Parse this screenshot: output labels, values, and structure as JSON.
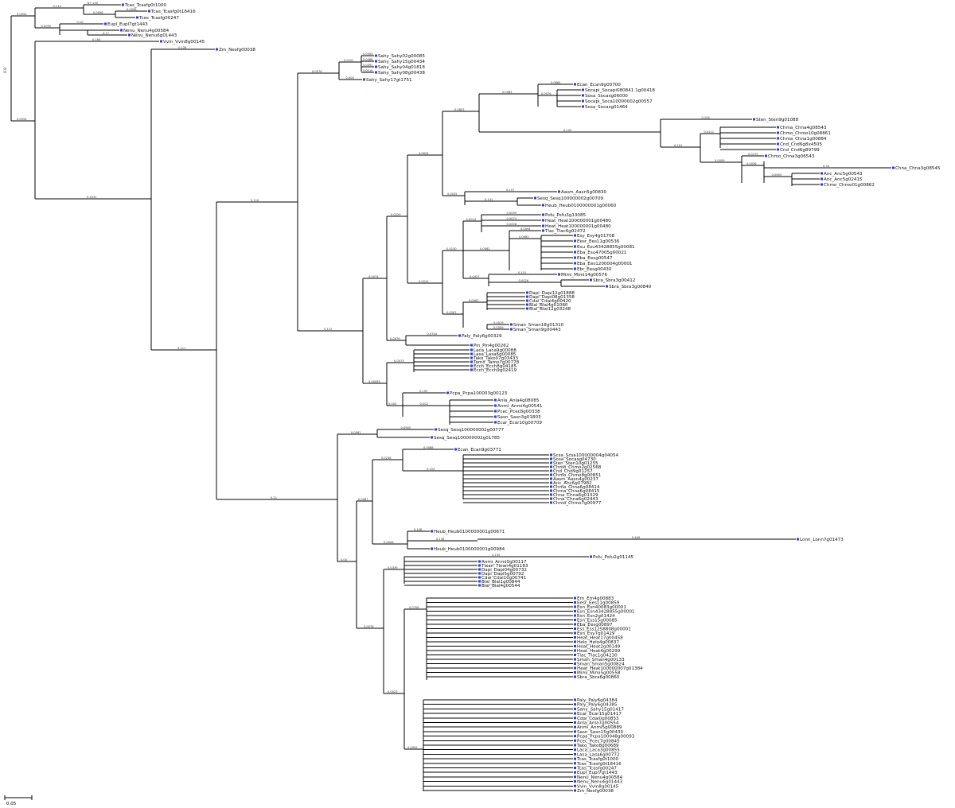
{
  "scale_bar": {
    "label": "0.05"
  },
  "root_labels": {
    "top_left_marker": "0.0"
  },
  "leaves": [
    "Tcas_Tcasfg0t1000",
    "Tcas_Tcasfg0t18416",
    "Tcas_Tcasfg00247",
    "Eupl_Eupl7gt1443",
    "Nenu_Nenu4g00584",
    "Nenu_Nenu6g01443",
    "Vvin_Vvin8g00145",
    "Zm_Nesfg00038",
    "Sahy_Sahy02g00085",
    "Sahy_Sahy15g00434",
    "Sahy_Sahy04g01818",
    "Sahy_Sahy08g00438",
    "Sahy_Sahy17gt1751",
    "Ecan_Ecan9g00700",
    "Socapi_Socapi080841.1g00418",
    "Sosa_Socasg06000",
    "Socapi_Soca10000002g00557",
    "Sosa_Socasg01464",
    "Sten_Sten9g01088",
    "Chma_Chna4g08543",
    "Chmo_Chmo10g08861",
    "Chma_Chna1g00884",
    "Cnd_Cnd6g8x4505",
    "Cnd_Cnd6g89799",
    "Chmo_Chna3g06543",
    "Chna_Chna3g08545",
    "Anc_Anc5g00543",
    "Anc_Anc5g02415",
    "Chmo_Chmo01g00862",
    "Aasm_Aasn5g00830",
    "Sesq_Sesq100000002g00709",
    "Heub_Heub0100000001g00060",
    "Psfu_Psfu3g13085",
    "Heat_Heat100000001g00480",
    "Heat_Heat100000001g00480",
    "Tlac_Tlac6g02472",
    "Esy_Esy4g01708",
    "Eesr_Ees11g00536",
    "Esu_Esu43428855g00081",
    "Eba_Esu47005g00021",
    "Eba_Eesg00547",
    "Eba_Ees1200004g00001",
    "Ebr_Eesg00430",
    "Mimi_Mimi14g00576",
    "Sbra_Sbra3g00412",
    "Sbra_Sbra3g00840",
    "Dapi_Dapi12g01888",
    "Dapi_Dapi08g01358",
    "Cdai_Cdai4g00420",
    "Blal_Blal4g01080",
    "Blal_Blal12g03248",
    "Sman_Sman18g01310",
    "Sman_Sman9g00443",
    "Paly_Paly6g00329",
    "Pin_Pin4g00262",
    "Laca_Laca9g00088",
    "Lasa_Lasa6g00085",
    "Tako_Tako07g03433",
    "Tamo_Tamo7g00778",
    "Ecch_Ecch8g04185",
    "Ecch_Ecch9g02419",
    "Pcpa_Pcpa100003g00123",
    "Anla_Anla4g08085",
    "Anmi_Anmi4g00541",
    "Pcec_Pcec8g00338",
    "Sasn_Sasn3g01803",
    "Ecar_Ecar10g00709",
    "Sesq_Sesq100000002g00777",
    "Sesq_Sesq100000002g01785",
    "Ecan_Ecan9g03771",
    "Scsa_Scsa100000004g04054",
    "Sosa_Socasg04730",
    "Sten_Sten10g01255",
    "Chmo_Chmo2g02568",
    "Cnd_Cnd9g01257",
    "Chmo_Chmo8g00851",
    "Aasm_Aasn4g00237",
    "Anc_Anc6g07982",
    "Chma_Chna6g08414",
    "Chma_Chna6g08415",
    "Chna_Chna6g01329",
    "Chna_Chna6g02443",
    "Chmo_Chmo7g00977",
    "Heub_Heub0100000001g00671",
    "Lonn_Lonn7g01473",
    "Heub_Heub0100000001g00984",
    "Psfu_Psfu2g01145",
    "Anmi_Anmi0g00117",
    "Tlean_Tlean4g01183",
    "Dapi_Dapi04g00732",
    "Dapi_Dapi5g00792",
    "Cdai_Cdai10g00741",
    "Blal_Blal1g00844",
    "Blal_Blal4g00544",
    "Ern_Ern4g00883",
    "Eesr_Ees11g00859",
    "Esn_Esn40083g00001",
    "Esn_Esn43428855g00001",
    "Esn_Esn2g01424",
    "Esn_Ess15g00085",
    "Eba_Eesg00897",
    "Ess_Ess1258808g00001",
    "Esn_Esy7g01429",
    "Heat_Heat17g00458",
    "Helo_Helo4g00837",
    "Heat_Heat2g00149",
    "Heat_Heat4g00299",
    "Tlac_Tlac1g04230",
    "Sman_Sman4g00133",
    "Sman_Sman5g00824",
    "Heat_Heat100000007g01384",
    "Mimi_Mimi5g00558",
    "Sbra_Sbra6g00860",
    "Paly_Paly6g04384",
    "Paly_Paly6g04385",
    "Sahy_Sahy15g01417",
    "Ecar_Ecar15g01417",
    "Cdai_Cdai0g00853",
    "Anla_Anla7g00554",
    "Anmi_Anmi5g00889",
    "Sasn_Sasn15g00430",
    "Pcpa_Pcpa100048g00093",
    "Pcec_Pcec7g00845",
    "Tako_Tako8g00689",
    "Laca_Laca3g00855",
    "Lasa_Lasa6g00772"
  ]
}
